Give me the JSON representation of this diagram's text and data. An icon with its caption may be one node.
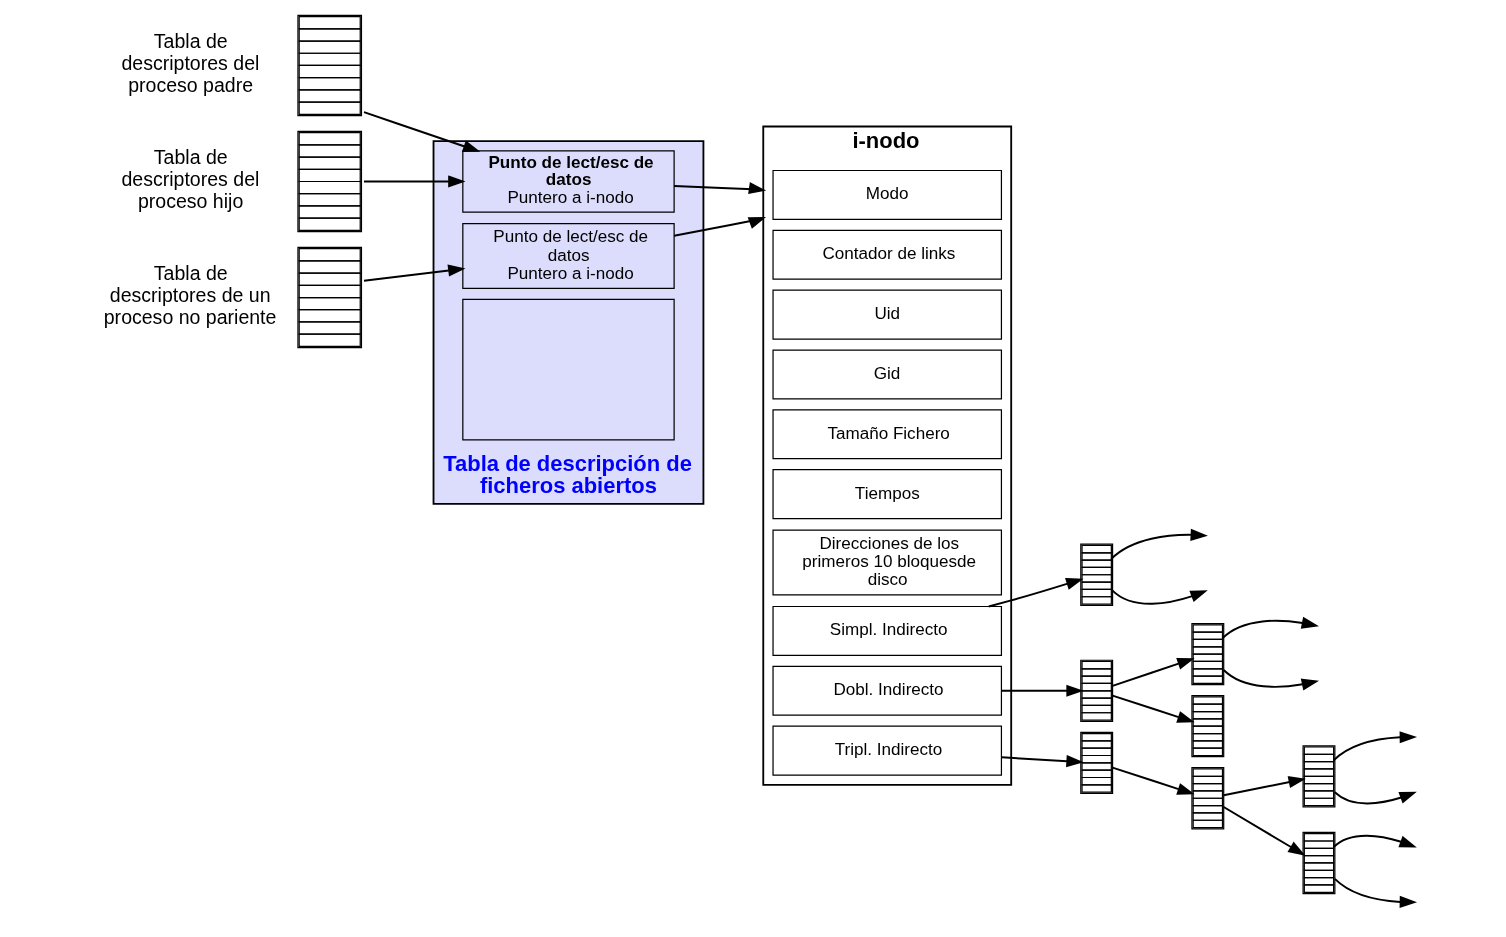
{
  "diagram": {
    "nodes": [
      {
        "text": [],
        "shape": "box",
        "beside": [
          "Tabla de descriptores del proceso padre"
        ]
      },
      {
        "text": [],
        "shape": "box",
        "beside": [
          "Tabla de descriptores del proceso hijo"
        ]
      },
      {
        "text": [],
        "shape": "box",
        "beside": [
          "Tabla de descriptores de un proceso no pariente"
        ]
      },
      {
        "text": [],
        "shape": "box",
        "beside": [
          "Tabla de descripción de ficheros abiertos"
        ]
      },
      {
        "text": [
          "Punto de lect/esc de datos",
          "Puntero a i-nodo"
        ],
        "in": 3
      },
      {
        "text": [
          "Punto de lect/esc de datos",
          "Puntero a i-nodo"
        ],
        "in": 3
      },
      {
        "text": [],
        "shape": "box",
        "in": 3
      },
      {
        "text": [
          "i-nodo"
        ]
      },
      {
        "text": [
          "Modo"
        ],
        "in": 7
      },
      {
        "text": [
          "Contador de links"
        ],
        "in": 7
      },
      {
        "text": [
          "Uid"
        ],
        "in": 7
      },
      {
        "text": [
          "Gid"
        ],
        "in": 7
      },
      {
        "text": [
          "Tamaño Fichero"
        ],
        "in": 7
      },
      {
        "text": [
          "Tiempos"
        ],
        "in": 7
      },
      {
        "text": [
          "Direcciones de los primeros 10 bloquesde disco"
        ],
        "in": 7
      },
      {
        "text": [
          "Simpl. Indirecto"
        ],
        "in": 7
      },
      {
        "text": [
          "Dobl. Indirecto"
        ],
        "in": 7
      },
      {
        "text": [
          "Tripl. Indirecto"
        ],
        "in": 7
      },
      {
        "text": [],
        "shape": "box"
      },
      {
        "text": [],
        "shape": "box"
      },
      {
        "text": [],
        "shape": "box"
      },
      {
        "text": [],
        "shape": "box"
      },
      {
        "text": [],
        "shape": "box"
      },
      {
        "text": [],
        "shape": "box"
      },
      {
        "text": [],
        "shape": "box"
      },
      {
        "text": [],
        "shape": "box"
      }
    ],
    "edges": [
      {
        "from": 0,
        "to": 4,
        "arrow": "to"
      },
      {
        "from": 1,
        "to": 4,
        "arrow": "to"
      },
      {
        "from": 2,
        "to": 5,
        "arrow": "to"
      },
      {
        "from": 4,
        "to": 7,
        "arrow": "to"
      },
      {
        "from": 5,
        "to": 7,
        "arrow": "to"
      },
      {
        "from": 15,
        "to": 18,
        "arrow": "to"
      },
      {
        "from": 18,
        "to": null,
        "arrow": "to"
      },
      {
        "from": 18,
        "to": null,
        "arrow": "to"
      },
      {
        "from": 16,
        "to": 19,
        "arrow": "to"
      },
      {
        "from": 19,
        "to": 20,
        "arrow": "to"
      },
      {
        "from": 19,
        "to": 21,
        "arrow": "to"
      },
      {
        "from": 20,
        "to": null,
        "arrow": "to"
      },
      {
        "from": 20,
        "to": null,
        "arrow": "to"
      },
      {
        "from": 17,
        "to": 22,
        "arrow": "to"
      },
      {
        "from": 22,
        "to": 23,
        "arrow": "to"
      },
      {
        "from": 23,
        "to": 24,
        "arrow": "to"
      },
      {
        "from": 23,
        "to": 25,
        "arrow": "to"
      },
      {
        "from": 24,
        "to": null,
        "arrow": "to"
      },
      {
        "from": 24,
        "to": null,
        "arrow": "to"
      },
      {
        "from": 25,
        "to": null,
        "arrow": "to"
      },
      {
        "from": 25,
        "to": null,
        "arrow": "to"
      }
    ]
  }
}
